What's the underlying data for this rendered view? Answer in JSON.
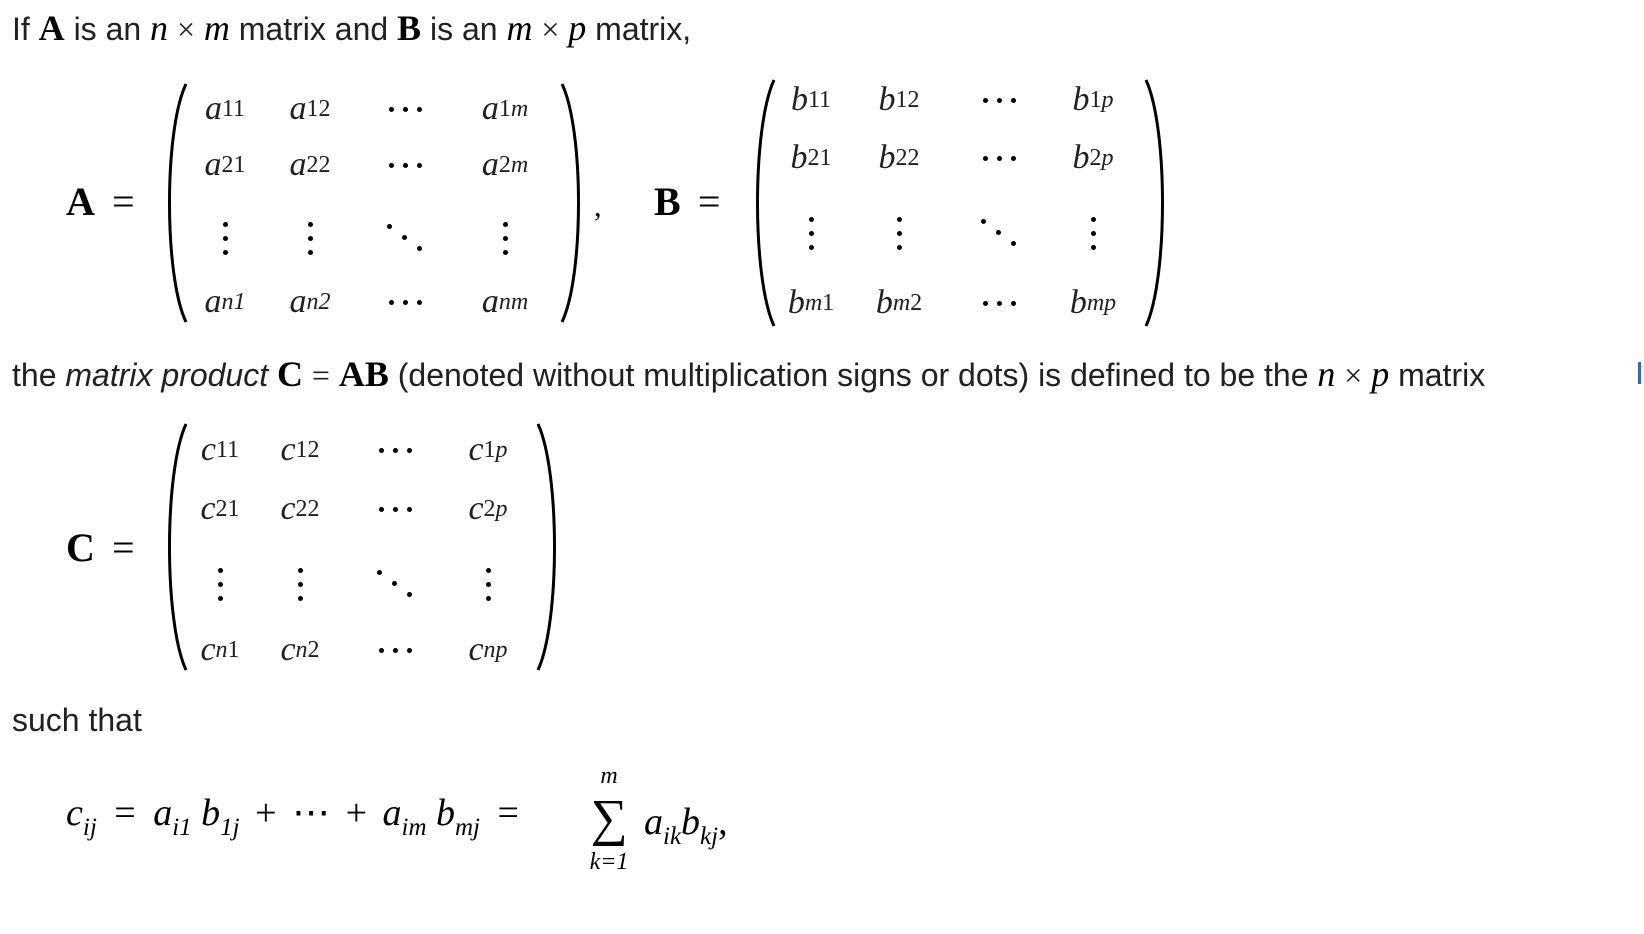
{
  "intro": {
    "if": "If",
    "A": "A",
    "is_an1": "is an",
    "n": "n",
    "times": "×",
    "m": "m",
    "matrix_and": "matrix and",
    "B": "B",
    "is_an2": "is an",
    "m2": "m",
    "times2": "×",
    "p": "p",
    "matrix_end": "matrix,"
  },
  "matrix_A_label": "A",
  "matrix_B_label": "B",
  "equals": "=",
  "comma": ",",
  "product_sentence": {
    "the": "the",
    "matrix_product": "matrix product",
    "C": "C",
    "eq": "=",
    "AB": "AB",
    "rest": "(denoted without multiplication signs or dots) is defined to be the",
    "n": "n",
    "times": "×",
    "p": "p",
    "matrix": "matrix"
  },
  "matrix_C_label": "C",
  "such_that": "such that",
  "formula": {
    "lhs": "c",
    "lhs_sub": "ij",
    "eq": "=",
    "t1": "a",
    "t1_sub": "i1",
    "t2": "b",
    "t2_sub": "1j",
    "plus": "+",
    "dots": "⋯",
    "plus2": "+",
    "t3": "a",
    "t3_sub": "im",
    "t4": "b",
    "t4_sub": "mj",
    "eq2": "=",
    "sum_top": "m",
    "sum_symbol": "∑",
    "sum_bottom": "k=1",
    "t5": "a",
    "t5_sub": "ik",
    "t6": "b",
    "t6_sub": "kj",
    "end": ","
  }
}
